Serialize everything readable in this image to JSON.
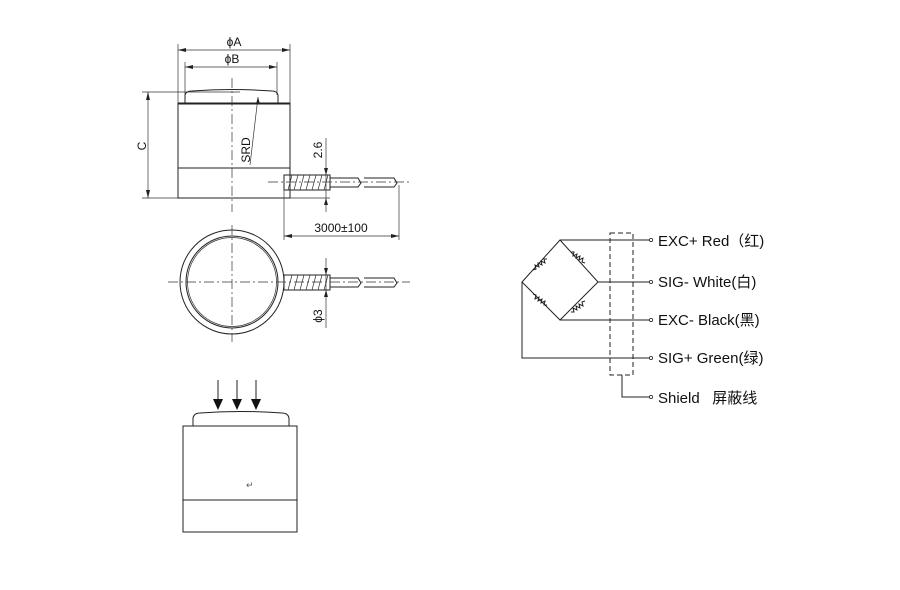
{
  "drawing": {
    "dim_phiA": "ϕA",
    "dim_phiB": "ϕB",
    "dim_C": "C",
    "dim_SRD": "SRD",
    "dim_cable_offset": "2.6",
    "dim_cable_length": "3000±100",
    "dim_cable_dia": "ϕ3",
    "return_mark": "↵"
  },
  "wiring": {
    "labels": [
      "EXC+ Red（红)",
      "SIG- White(白)",
      "EXC- Black(黑)",
      "SIG+ Green(绿)",
      "Shield   屏蔽线"
    ]
  }
}
